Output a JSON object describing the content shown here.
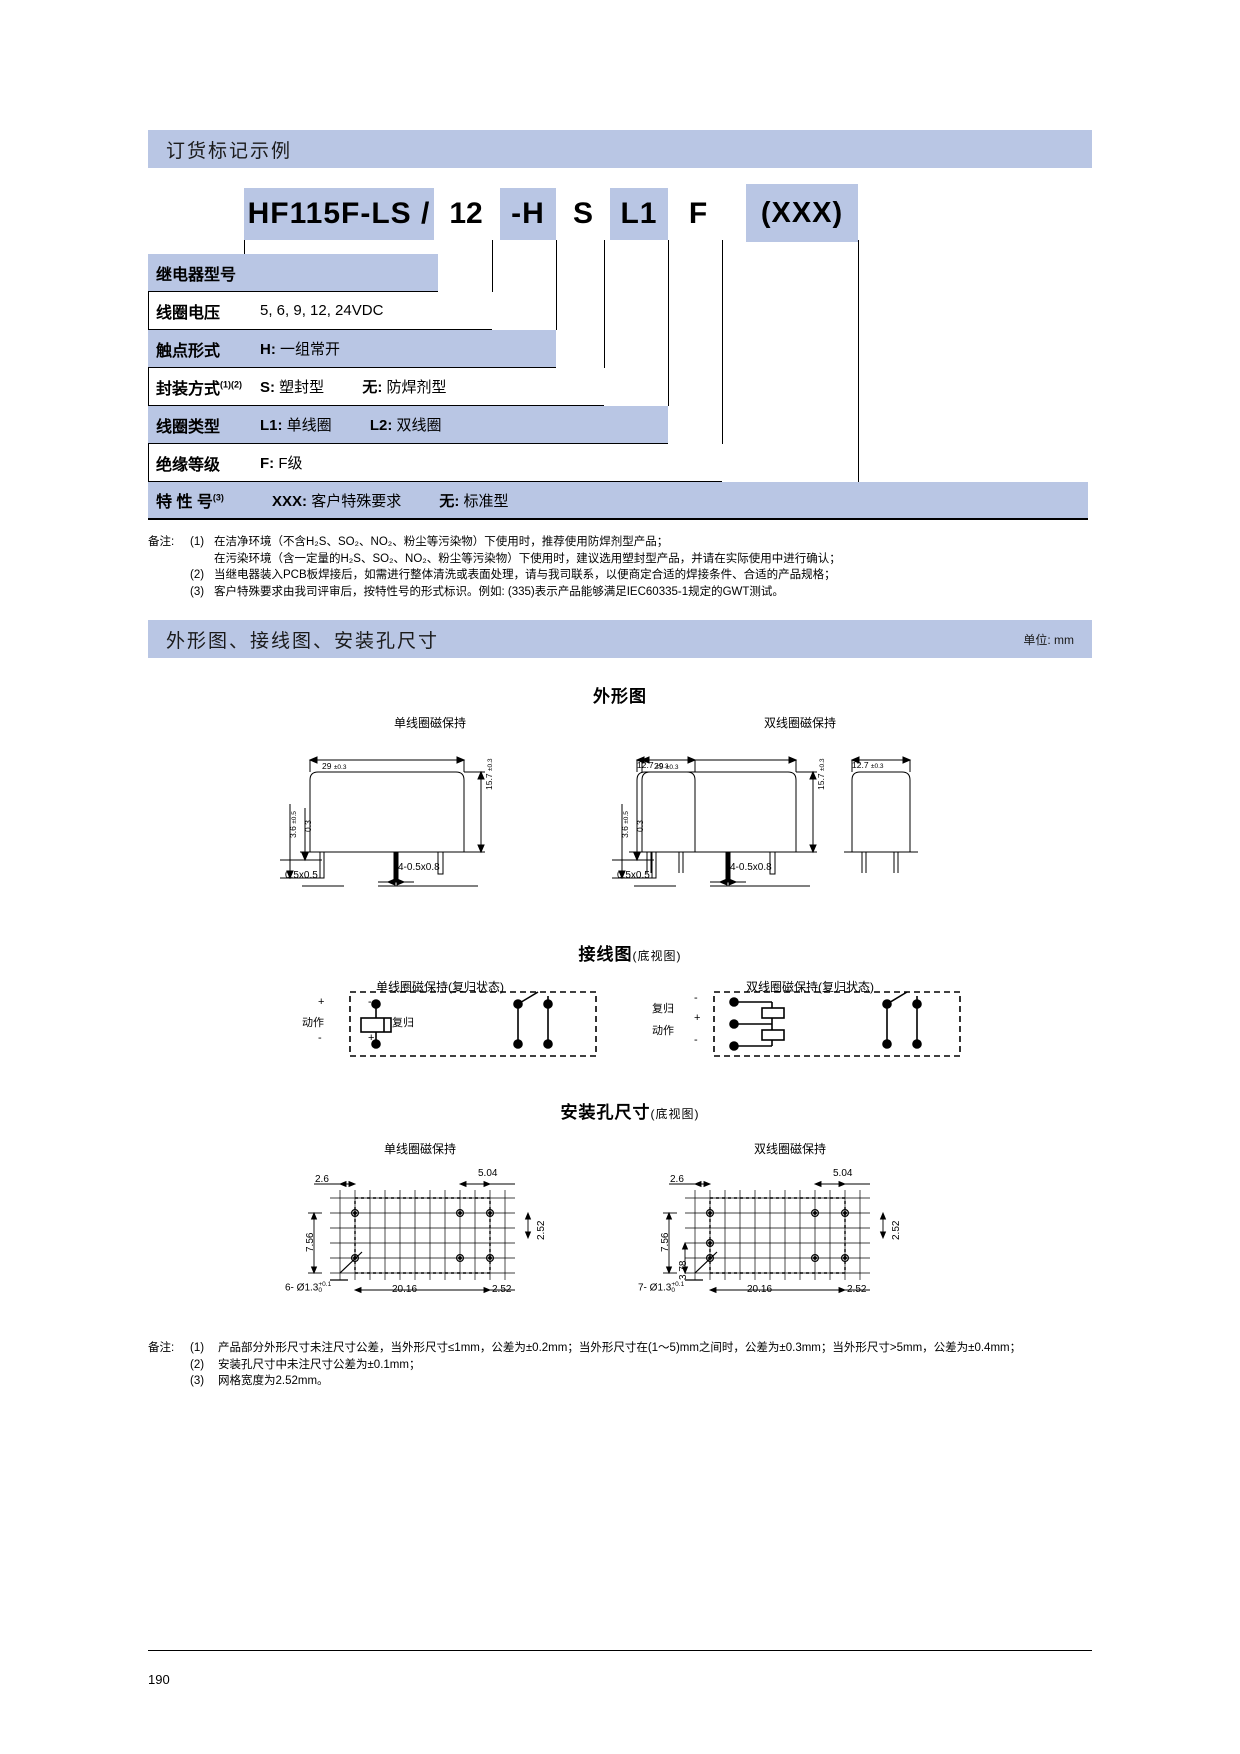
{
  "section1": {
    "title": "订货标记示例",
    "code_parts": [
      "HF115F-LS /",
      "12",
      "-H",
      "S",
      "L1",
      "F",
      "(XXX)"
    ],
    "rows": [
      {
        "label": "继电器型号",
        "value": "",
        "shaded": true
      },
      {
        "label": "线圈电压",
        "value": "5, 6, 9, 12, 24VDC",
        "shaded": false
      },
      {
        "label": "触点形式",
        "value_bold": "H:",
        "value": "一组常开",
        "shaded": true
      },
      {
        "label": "封装方式",
        "sup": "(1)(2)",
        "value_bold": "S:",
        "value": "塑封型",
        "value_bold2": "无:",
        "value2": "防焊剂型",
        "shaded": false
      },
      {
        "label": "线圈类型",
        "value_bold": "L1:",
        "value": "单线圈",
        "value_bold2": "L2:",
        "value2": "双线圈",
        "shaded": true
      },
      {
        "label": "绝缘等级",
        "value_bold": "F:",
        "value": "F级",
        "shaded": false
      },
      {
        "label": "特 性 号",
        "sup": "(3)",
        "value_bold": "XXX:",
        "value": "客户特殊要求",
        "value_bold2": "无:",
        "value2": "标准型",
        "shaded": true
      }
    ],
    "notes_lead": "备注:",
    "notes": [
      {
        "num": "(1)",
        "text": "在洁净环境（不含H₂S、SO₂、NO₂、粉尘等污染物）下使用时，推荐使用防焊剂型产品；"
      },
      {
        "num": "",
        "text": "在污染环境（含一定量的H₂S、SO₂、NO₂、粉尘等污染物）下使用时，建议选用塑封型产品，并请在实际使用中进行确认；"
      },
      {
        "num": "(2)",
        "text": "当继电器装入PCB板焊接后，如需进行整体清洗或表面处理，请与我司联系，以便商定合适的焊接条件、合适的产品规格；"
      },
      {
        "num": "(3)",
        "text": "客户特殊要求由我司评审后，按特性号的形式标识。例如: (335)表示产品能够满足IEC60335-1规定的GWT测试。"
      }
    ]
  },
  "section2": {
    "title": "外形图、接线图、安装孔尺寸",
    "unit": "单位: mm",
    "outline": {
      "heading": "外形图",
      "caption_left": "单线圈磁保持",
      "caption_right": "双线圈磁保持",
      "dims": {
        "width": "29",
        "width_tol": "±0.3",
        "depth": "12.7",
        "depth_tol": "±0.3",
        "height": "15.7",
        "height_tol": "±0.3",
        "pin_len": "3.6",
        "pin_len_tol": "±0.5",
        "standoff": "0.3",
        "pin_a": "0.5x0.5",
        "pin_b": "4-0.5x0.8"
      }
    },
    "wiring": {
      "heading": "接线图",
      "heading_small": "(底视图)",
      "caption_left": "单线圈磁保持(复归状态)",
      "caption_right": "双线圈磁保持(复归状态)",
      "single_labels": {
        "set": "动作",
        "reset": "复归",
        "tl": "+",
        "tr": "-",
        "bl": "-",
        "br": "+"
      },
      "dual_labels": {
        "reset": "复归",
        "set": "动作",
        "p1": "-",
        "p2": "+",
        "p3": "-"
      }
    },
    "pcb": {
      "heading": "安装孔尺寸",
      "heading_small": "(底视图)",
      "caption_left": "单线圈磁保持",
      "caption_right": "双线圈磁保持",
      "dims": {
        "a": "2.6",
        "b": "5.04",
        "c": "7.56",
        "d": "2.52",
        "e": "20.16",
        "f": "2.52",
        "g": "3.78",
        "holes_left": "6- Ø1.3",
        "holes_right": "7- Ø1.3",
        "hole_tol_up": "+0.1",
        "hole_tol_dn": "0"
      }
    },
    "notes_lead": "备注:",
    "notes": [
      {
        "num": "(1)",
        "text": "产品部分外形尺寸未注尺寸公差，当外形尺寸≤1mm，公差为±0.2mm；当外形尺寸在(1～5)mm之间时，公差为±0.3mm；当外形尺寸>5mm，公差为±0.4mm；"
      },
      {
        "num": "(2)",
        "text": "安装孔尺寸中未注尺寸公差为±0.1mm；"
      },
      {
        "num": "(3)",
        "text": "网格宽度为2.52mm。"
      }
    ]
  },
  "page_number": "190",
  "colors": {
    "band": "#b9c6e4",
    "line": "#000000"
  }
}
